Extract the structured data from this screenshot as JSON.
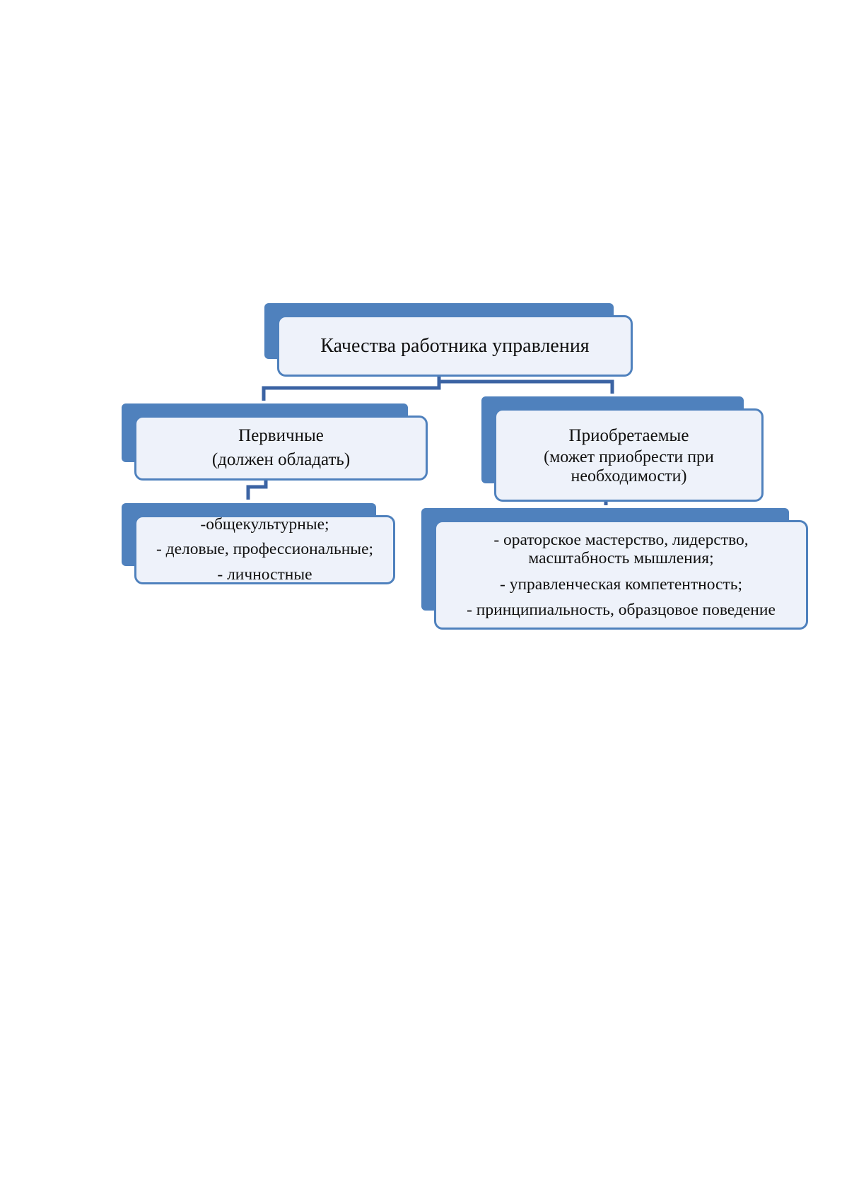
{
  "diagram": {
    "root": {
      "label": "Качества работника управления"
    },
    "left": {
      "title": "Первичные",
      "subtitle": "(должен обладать)",
      "items": [
        "-общекультурные;",
        "- деловые, профессиональные;",
        "- личностные"
      ]
    },
    "right": {
      "title": "Приобретаемые",
      "subtitle_line1": "(может приобрести при",
      "subtitle_line2": "необходимости)",
      "items": [
        "- ораторское мастерство, лидерство,",
        "масштабность мышления;",
        "- управленческая компетентность;",
        "- принципиальность, образцовое поведение"
      ]
    },
    "colors": {
      "accent": "#4f81bd",
      "box_fill": "#eef2fa",
      "connector": "#3b63a3"
    }
  }
}
